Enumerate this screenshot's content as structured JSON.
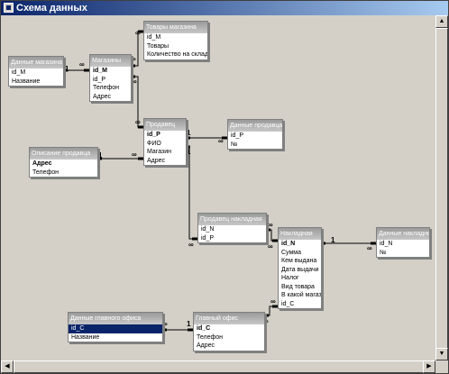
{
  "window": {
    "title": "Схема данных"
  },
  "tables": {
    "t_tovary": {
      "title": "Товары магазина",
      "fields": [
        "id_M",
        "Товары",
        "Количество на складе"
      ]
    },
    "t_dannye_mag": {
      "title": "Данные магазина",
      "fields": [
        "id_M",
        "Название"
      ]
    },
    "t_magaziny": {
      "title": "Магазины",
      "fields": [
        "id_M",
        "id_P",
        "Телефон",
        "Адрес"
      ]
    },
    "t_prodavec": {
      "title": "Продавец",
      "fields": [
        "id_P",
        "ФИО",
        "Магазин",
        "Адрес"
      ]
    },
    "t_dannye_prod": {
      "title": "Данные продавца",
      "fields": [
        "id_P",
        "№"
      ]
    },
    "t_opisanie": {
      "title": "Описание продавца",
      "fields": [
        "Адрес",
        "Телефон"
      ]
    },
    "t_prod_nakl": {
      "title": "Продавец накладная",
      "fields": [
        "id_N",
        "id_P"
      ]
    },
    "t_nakladnaya": {
      "title": "Накладная",
      "fields": [
        "id_N",
        "Сумма",
        "Кем выдана",
        "Дата выдачи",
        "Налог",
        "Вид товара",
        "В какой магазин",
        "id_C"
      ]
    },
    "t_dannye_nakl": {
      "title": "Данные накладной",
      "fields": [
        "id_N",
        "№"
      ]
    },
    "t_dannye_glav": {
      "title": "Данные главного офиса",
      "fields": [
        "id_C",
        "Название"
      ]
    },
    "t_glavny": {
      "title": "Главный офис",
      "fields": [
        "id_C",
        "Телефон",
        "Адрес"
      ]
    }
  },
  "relationship_labels": {
    "one": "1",
    "many": "∞"
  }
}
